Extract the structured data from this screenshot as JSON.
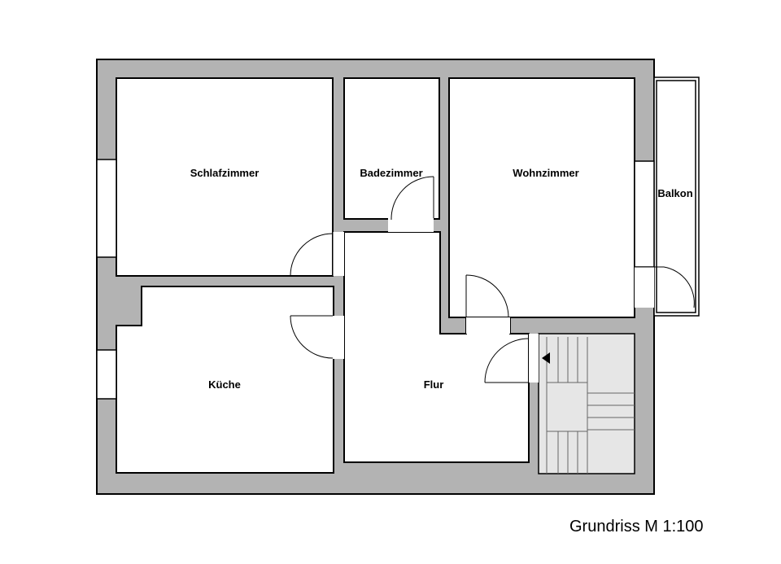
{
  "rooms": {
    "schlafzimmer": "Schlafzimmer",
    "badezimmer": "Badezimmer",
    "wohnzimmer": "Wohnzimmer",
    "balkon": "Balkon",
    "kueche": "Küche",
    "flur": "Flur"
  },
  "caption": "Grundriss M 1:100",
  "colors": {
    "wall_fill": "#b3b3b3",
    "stair_fill": "#e6e6e6",
    "line": "#000000"
  }
}
